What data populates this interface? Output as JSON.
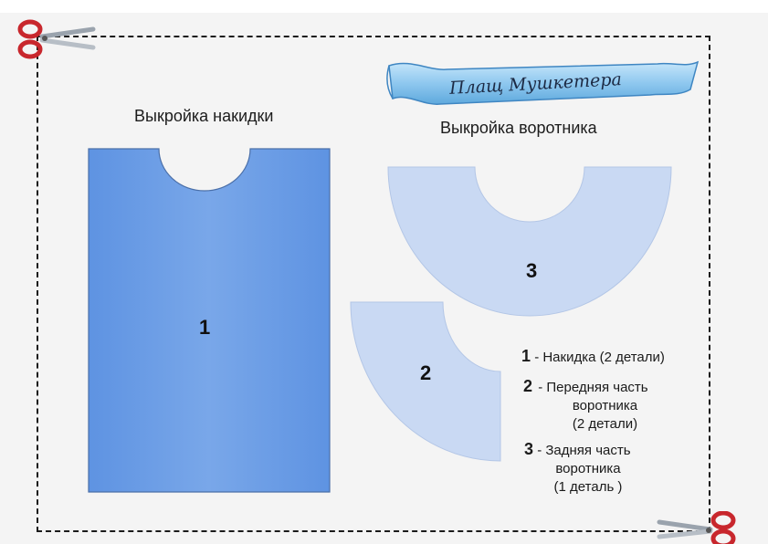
{
  "banner": {
    "text": "Плащ Мушкетера"
  },
  "cape_pattern": {
    "title": "Выкройка накидки",
    "piece_number": "1"
  },
  "collar_pattern": {
    "title": "Выкройка воротника",
    "back_piece_number": "3",
    "front_piece_number": "2"
  },
  "legend": [
    {
      "number": "1",
      "lines": [
        "- Накидка (2 детали)"
      ]
    },
    {
      "number": "2",
      "lines": [
        "- Передняя часть",
        "воротника",
        "(2 детали)"
      ]
    },
    {
      "number": "3",
      "lines": [
        "- Задняя часть",
        "воротника",
        "(1 деталь )"
      ]
    }
  ],
  "colors": {
    "cape_fill": "#6d9ee6",
    "collar_fill": "#c9d9f3",
    "banner_fill": "#8fc8ef"
  }
}
